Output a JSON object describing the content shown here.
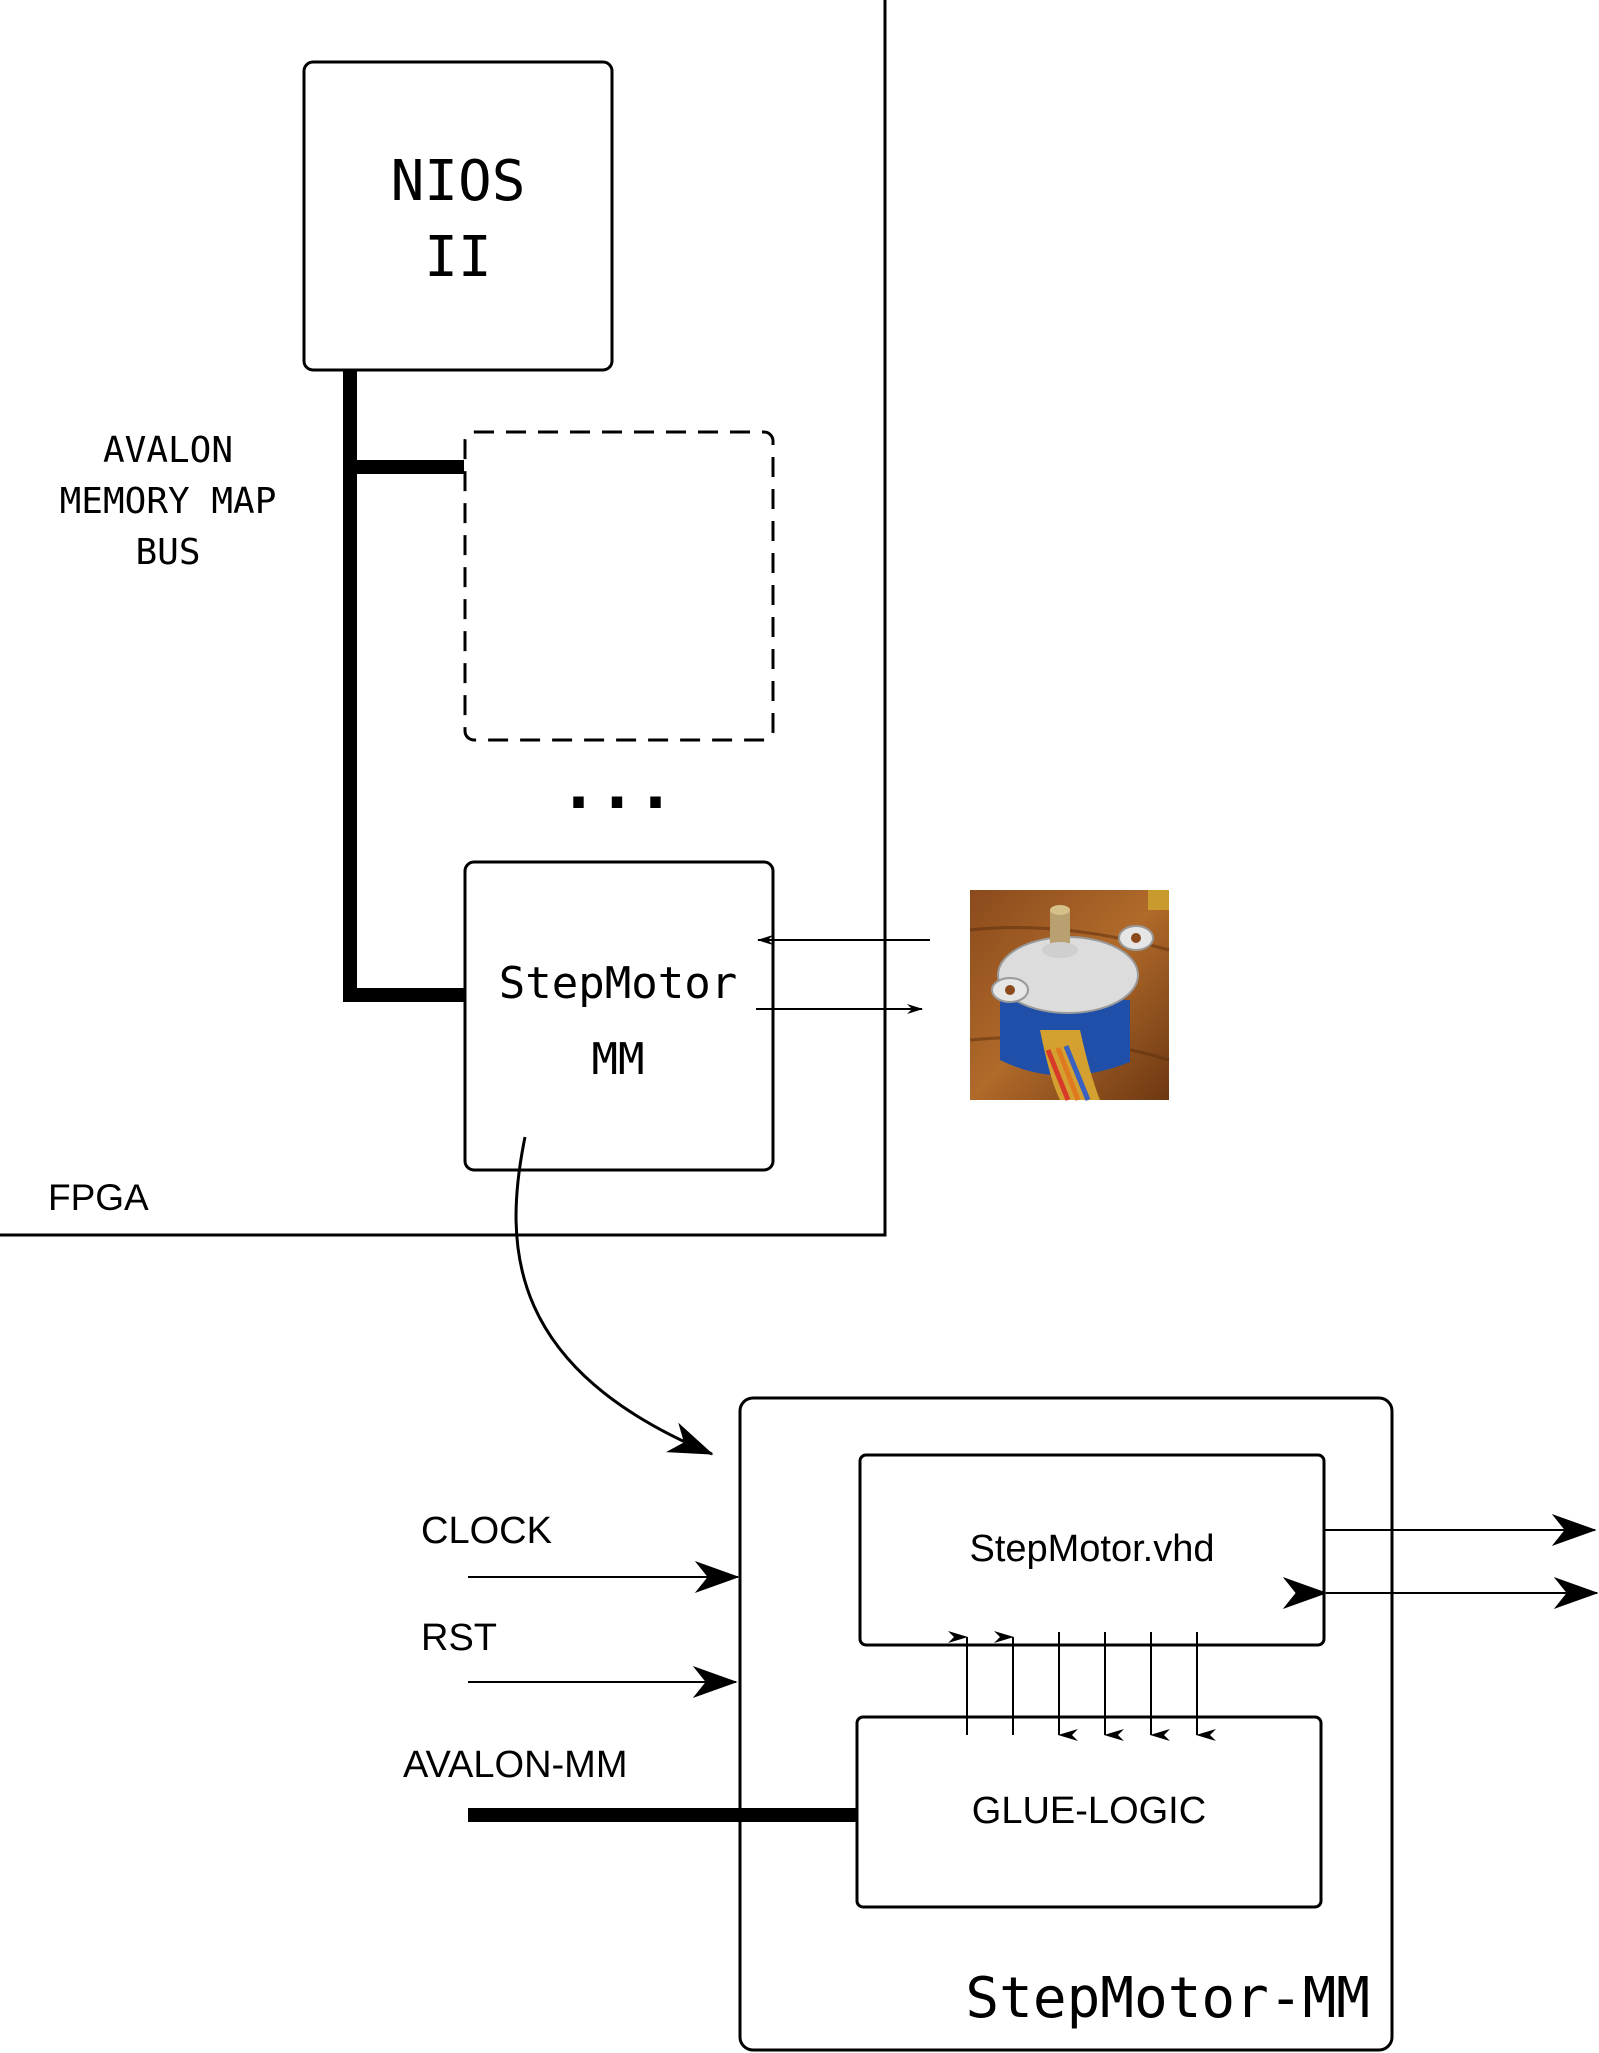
{
  "fpga": {
    "label": "FPGA",
    "nios": {
      "line1": "NIOS",
      "line2": "II"
    },
    "bus": {
      "line1": "AVALON",
      "line2": "MEMORY MAP",
      "line3": "BUS"
    },
    "ellipsis": "...",
    "stepmotor": {
      "line1": "StepMotor",
      "line2": "MM"
    }
  },
  "motor_photo": {
    "icon": "stepper-motor-photo"
  },
  "detail": {
    "title": "StepMotor-MM",
    "vhd_label": "StepMotor.vhd",
    "glue_label": "GLUE-LOGIC",
    "inputs": {
      "clock": "CLOCK",
      "rst": "RST",
      "avalon": "AVALON-MM"
    }
  },
  "colors": {
    "line": "#000000",
    "background": "#ffffff"
  }
}
